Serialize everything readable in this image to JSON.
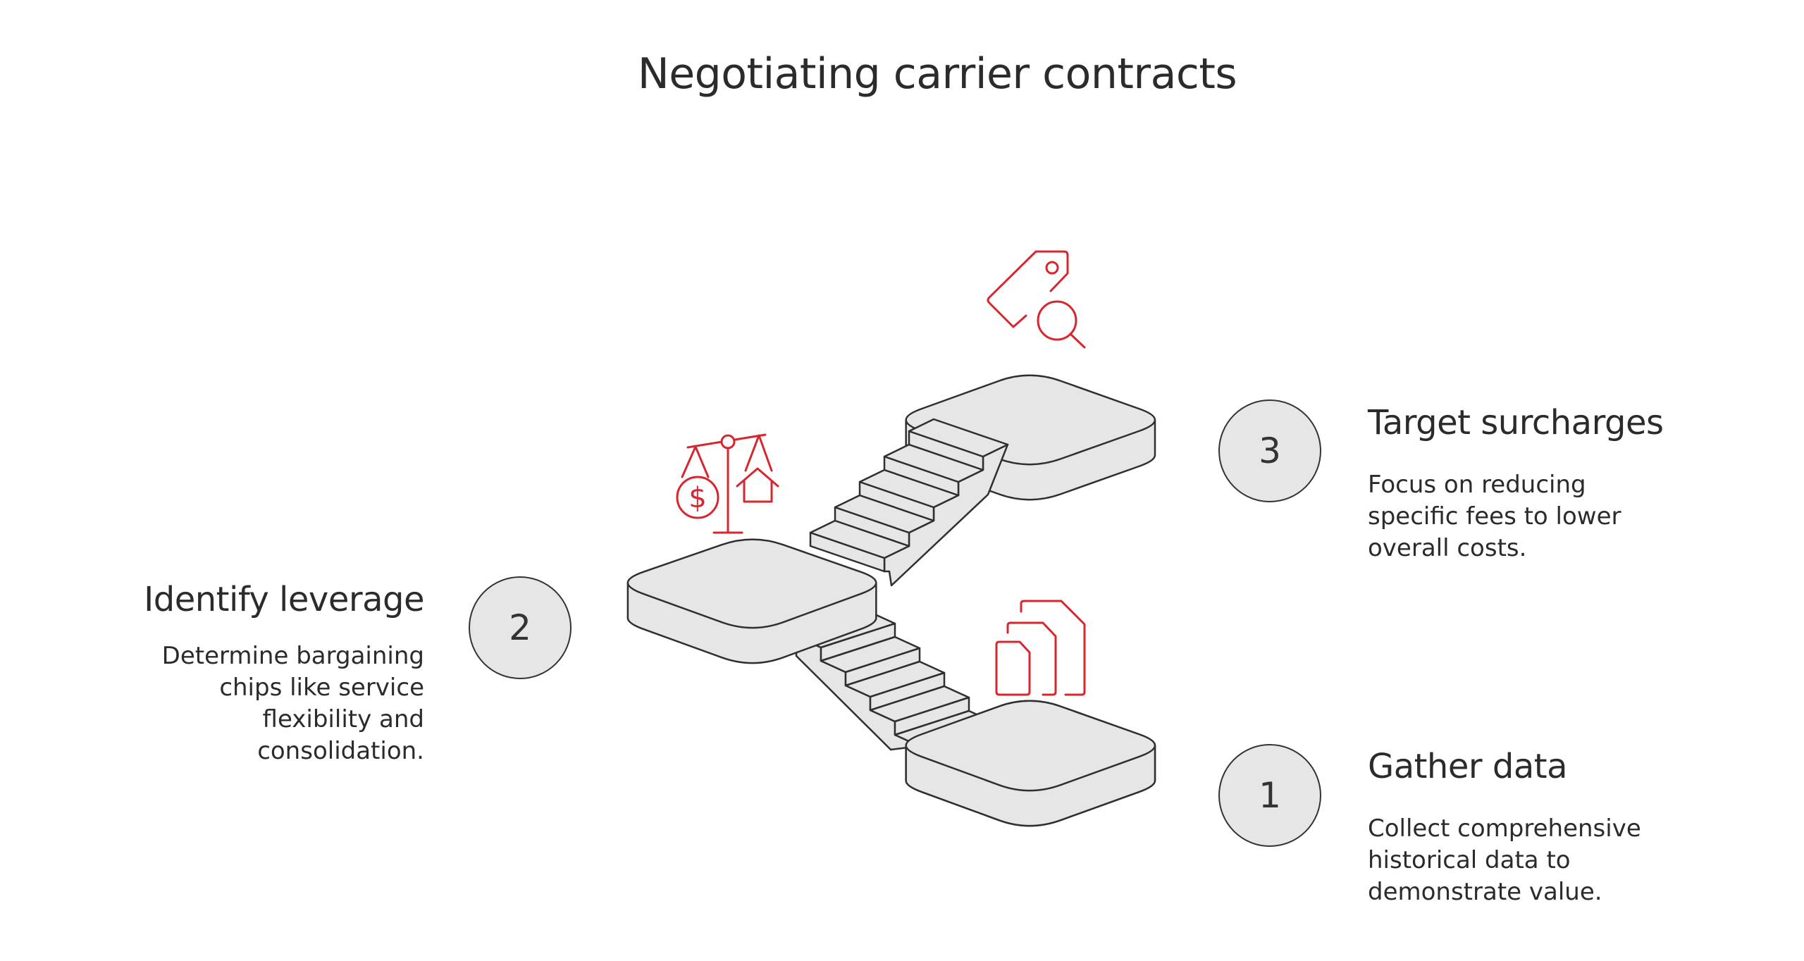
{
  "title": "Negotiating carrier contracts",
  "colors": {
    "accent": "#d8262f",
    "platform": "#e6e6e6",
    "outline": "#2f2f2f"
  },
  "steps": [
    {
      "number": "1",
      "title": "Gather data",
      "description_lines": [
        "Collect comprehensive",
        "historical data to",
        "demonstrate value."
      ],
      "icon": "documents-icon"
    },
    {
      "number": "2",
      "title": "Identify leverage",
      "description_lines": [
        "Determine bargaining",
        "chips like service",
        "flexibility and",
        "consolidation."
      ],
      "icon": "balance-scale-icon"
    },
    {
      "number": "3",
      "title": "Target surcharges",
      "description_lines": [
        "Focus on reducing",
        "specific fees to lower",
        "overall costs."
      ],
      "icon": "price-tag-search-icon"
    }
  ]
}
